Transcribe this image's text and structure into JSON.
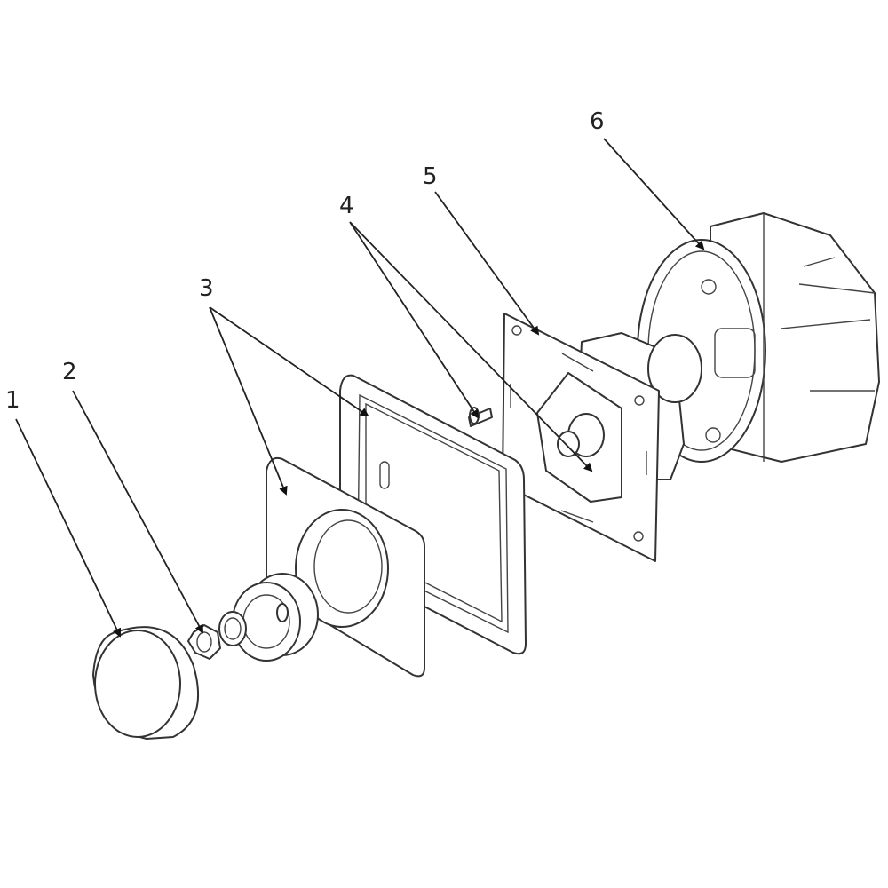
{
  "diagram": {
    "type": "exploded-assembly-drawing",
    "labels": [
      "1",
      "2",
      "3",
      "4",
      "5",
      "6"
    ],
    "line_color": "#222222",
    "background": "#ffffff"
  }
}
